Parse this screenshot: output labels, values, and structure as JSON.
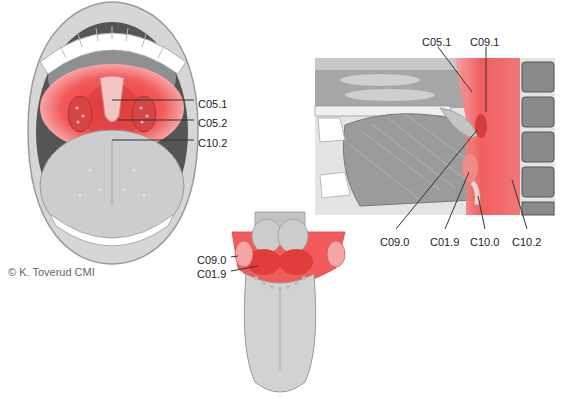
{
  "diagram": {
    "labels": [
      "C05.1",
      "C05.2",
      "C10.2",
      "C05.1",
      "C09.1",
      "C09.0",
      "C01.9",
      "C10.0",
      "C10.2",
      "C09.0",
      "C01.9",
      "© K. Toverud CMI"
    ]
  }
}
